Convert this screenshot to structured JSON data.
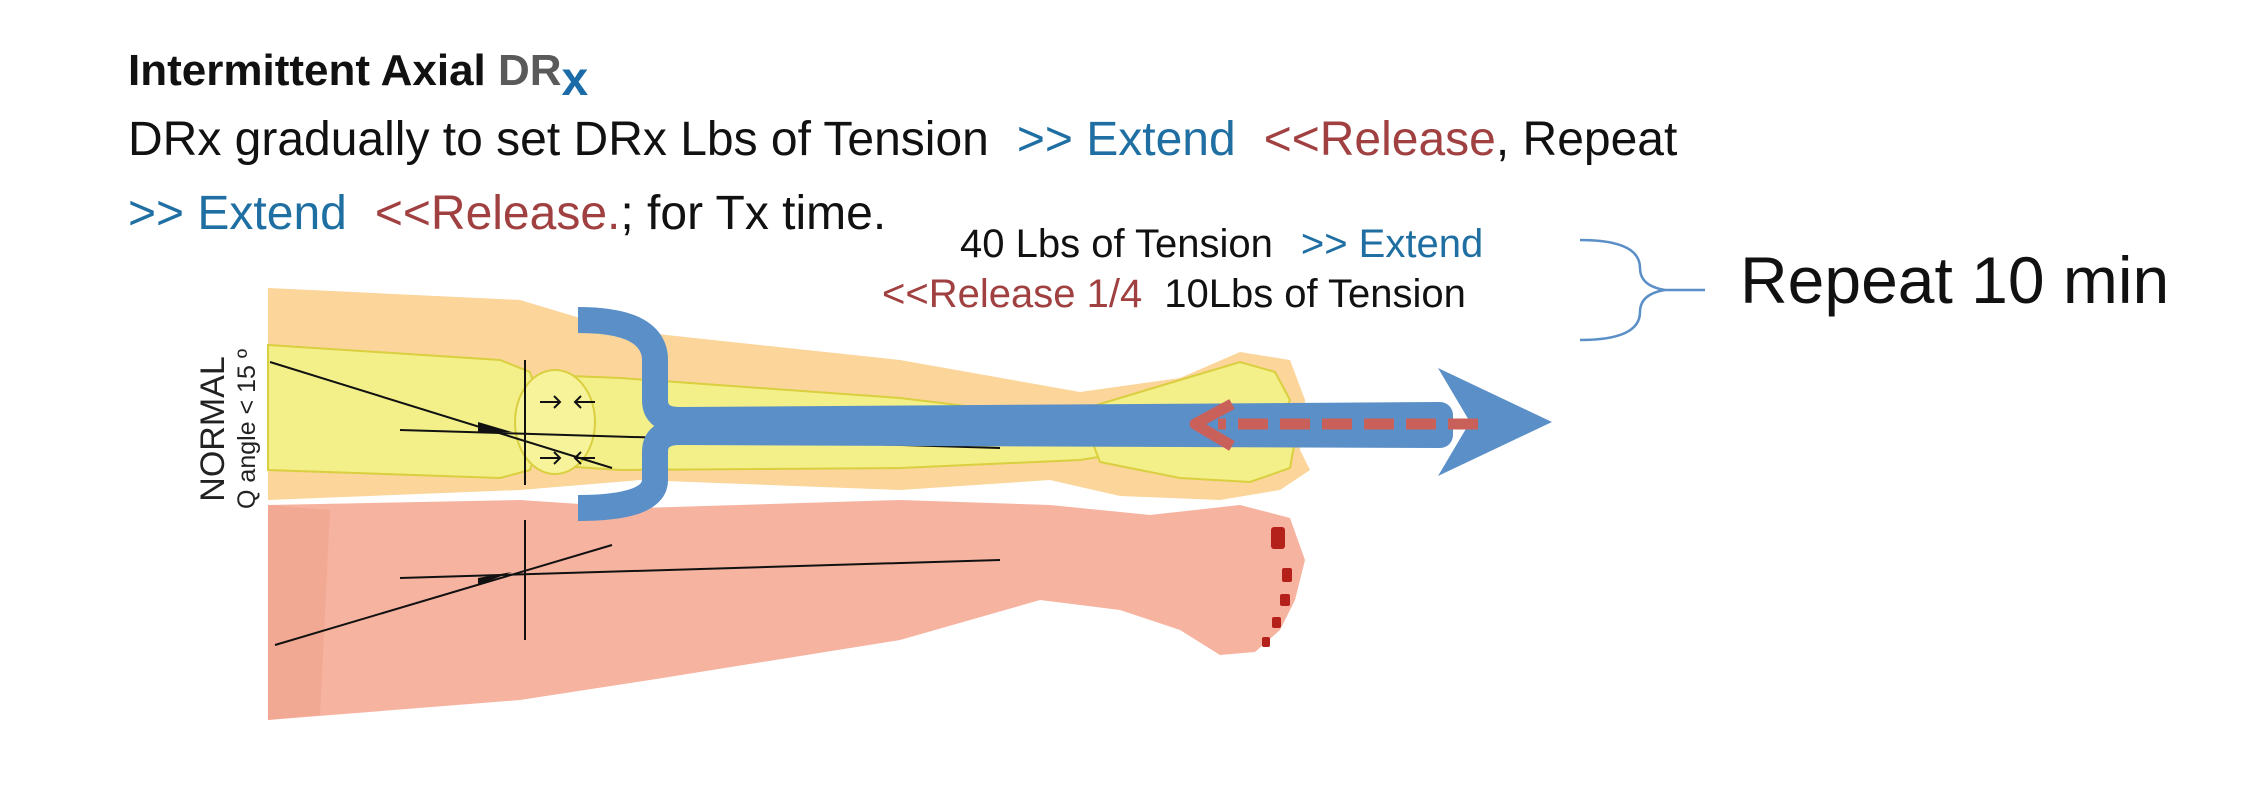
{
  "title": {
    "text": "Intermittent Axial ",
    "dr": "DR",
    "x": "x"
  },
  "line1": {
    "text": "DRx gradually to set DRx Lbs of Tension",
    "extend": ">> Extend",
    "release": "<<Release",
    "tail": ", Repeat"
  },
  "line2": {
    "extend": ">> Extend",
    "release": "<<Release.",
    "tail": "; for Tx time."
  },
  "annotations": {
    "tension_top": "40 Lbs of Tension",
    "extend": ">> Extend",
    "release": "<<Release 1/4",
    "tension_bottom": "10Lbs of Tension"
  },
  "repeat": "Repeat 10 min",
  "illustration": {
    "label_normal": "NORMAL",
    "label_q_angle": "Q angle < 15 º"
  },
  "colors": {
    "extend_blue": "#1f6fa3",
    "release_red": "#a04040",
    "arrow_blue": "#5b8fc7",
    "arrow_red": "#c9605a"
  }
}
